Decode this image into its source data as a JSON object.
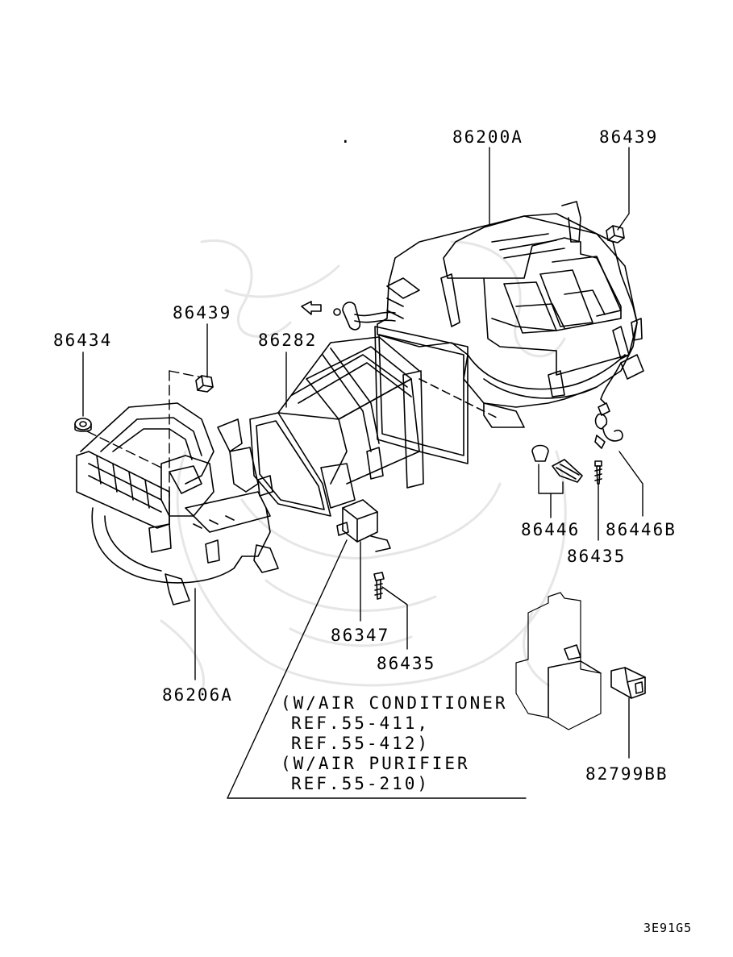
{
  "diagram": {
    "part_labels": {
      "p86200A": "86200A",
      "p86439_top": "86439",
      "p86439_left": "86439",
      "p86434": "86434",
      "p86282": "86282",
      "p86446": "86446",
      "p86446B": "86446B",
      "p86435_right": "86435",
      "p86347": "86347",
      "p86435_bottom": "86435",
      "p86206A": "86206A",
      "p82799BB": "82799BB"
    },
    "note_lines": [
      "(W/AIR CONDITIONER",
      "REF.55-411,",
      "REF.55-412)",
      "(W/AIR PURIFIER",
      "REF.55-210)"
    ],
    "drawing_code": "3E91G5",
    "dot_mark": "."
  },
  "colors": {
    "line": "#000000",
    "watermark": "#e9e9e9",
    "background": "#ffffff"
  }
}
